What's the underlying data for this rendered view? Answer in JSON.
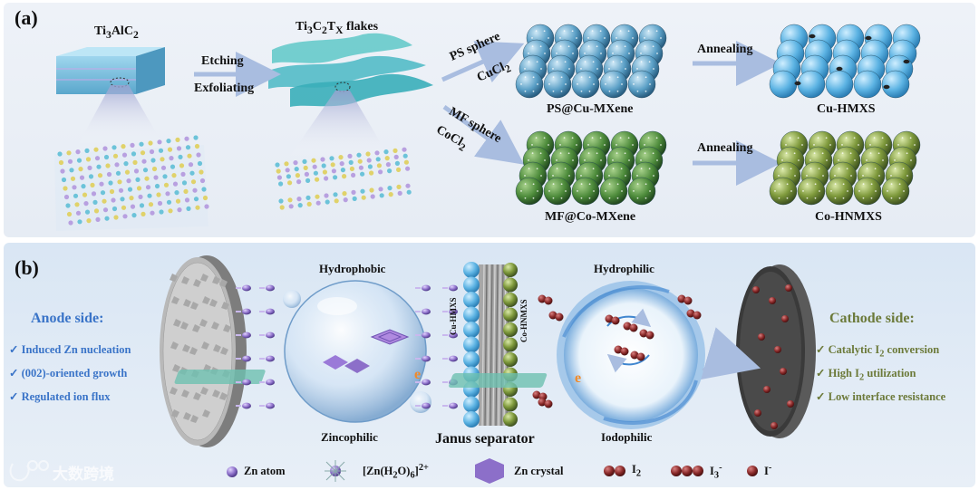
{
  "panel_a": {
    "label": "(a)",
    "precursor": [
      "Ti",
      "3",
      "AlC",
      "2",
      ""
    ],
    "flakes": [
      "Ti",
      "3",
      "C",
      "2",
      "T",
      "X",
      " flakes"
    ],
    "arrow_top": "Etching",
    "arrow_bottom": "Exfoliating",
    "branch1_line1": "PS sphere",
    "branch1_line2": [
      "CuCl",
      "2"
    ],
    "branch2_line1": "MF sphere",
    "branch2_line2": [
      "CoCl",
      "2"
    ],
    "composite1": "PS@Cu-MXene",
    "composite2": "MF@Co-MXene",
    "anneal1": "Annealing",
    "anneal2": "Annealing",
    "product1": "Cu-HMXS",
    "product2": "Co-HNMXS"
  },
  "panel_b": {
    "label": "(b)",
    "anode_title": "Anode side:",
    "anode_points": [
      "Induced Zn nucleation",
      "(002)-oriented growth",
      "Regulated ion flux"
    ],
    "cathode_title": "Cathode side:",
    "cathode_points": [
      [
        "Catalytic I",
        "2",
        " conversion"
      ],
      [
        "High I",
        "2",
        " utilization"
      ],
      [
        "Low interface resistance",
        "",
        ""
      ]
    ],
    "hydrophobic": "Hydrophobic",
    "zincophilic": "Zincophilic",
    "hydrophilic": "Hydrophilic",
    "iodophilic": "Iodophilic",
    "separator": "Janus separator",
    "sep_left": "Cu-HMXS",
    "sep_right": "Co-HNMXS",
    "electron": "e"
  },
  "legend": [
    {
      "name": "Zn atom",
      "sub": "",
      "sup": ""
    },
    {
      "name": "[Zn(H",
      "sub": "2",
      "mid": "O)",
      "sub2": "6",
      "tail": "]",
      "sup": "2+"
    },
    {
      "name": "Zn crystal",
      "sub": "",
      "sup": ""
    },
    {
      "name": "I",
      "sub": "2",
      "sup": ""
    },
    {
      "name": "I",
      "sub": "3",
      "sup": "-"
    },
    {
      "name": "I",
      "sub": "",
      "sup": "-"
    }
  ],
  "watermark": "大数跨境",
  "colors": {
    "cu_sphere": "#4aa3d6",
    "co_sphere": "#7f9a3c",
    "iodine": "#8a2a2a",
    "zn": "#8c6fc9",
    "arrow": "#a9bde0",
    "anode_text": "#3a74c8",
    "cathode_text": "#6c7a3a"
  }
}
